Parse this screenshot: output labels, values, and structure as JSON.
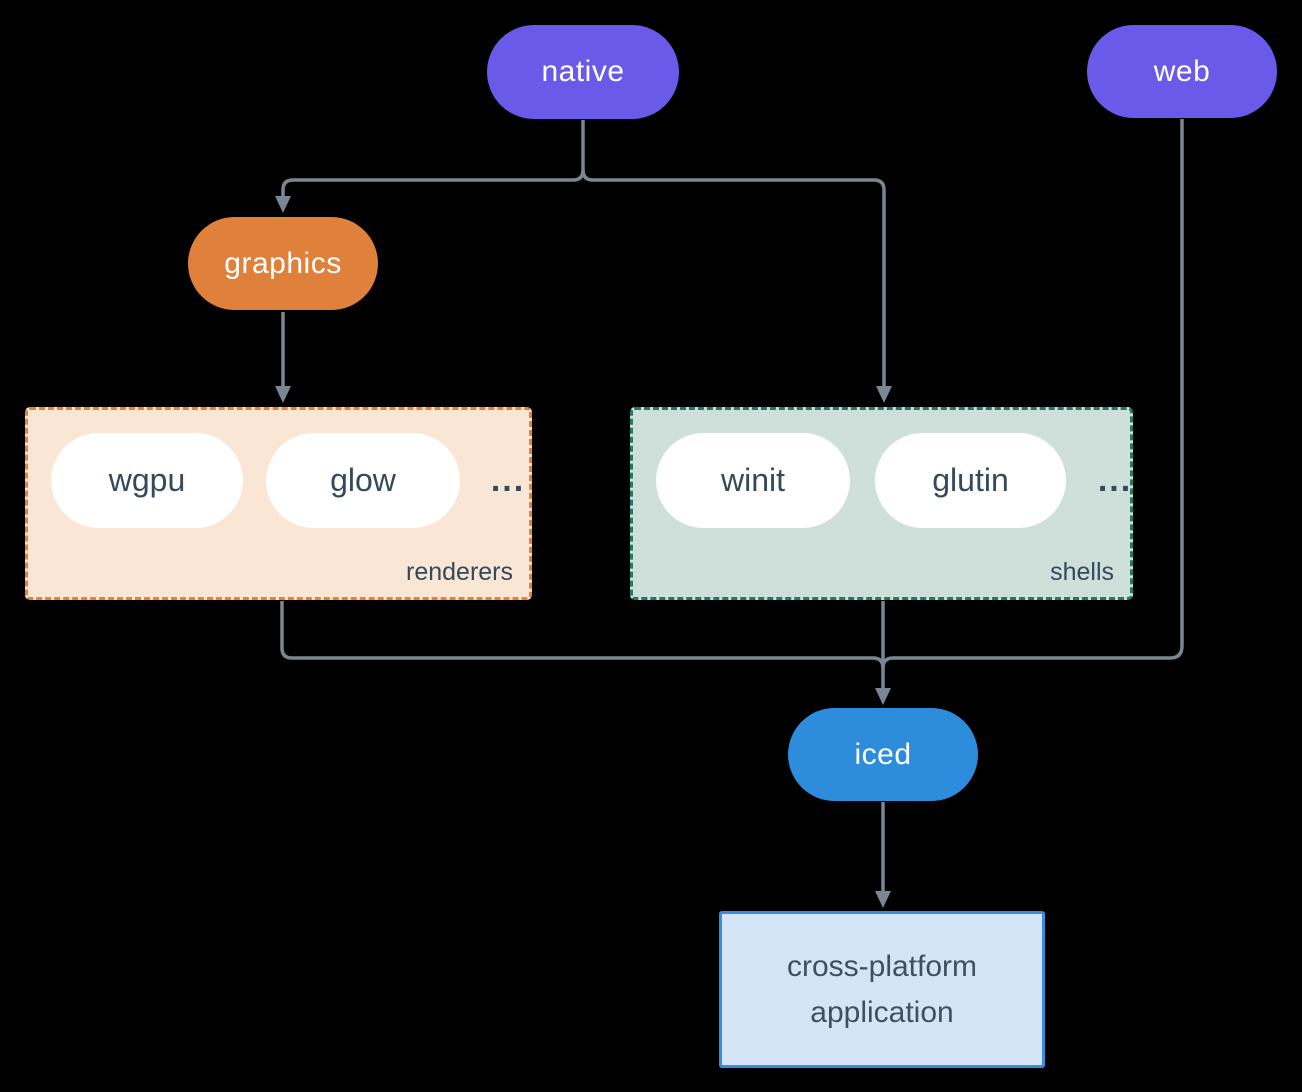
{
  "diagram": {
    "nodes": {
      "native": {
        "label": "native"
      },
      "web": {
        "label": "web"
      },
      "graphics": {
        "label": "graphics"
      },
      "iced": {
        "label": "iced"
      },
      "application": {
        "line1": "cross-platform",
        "line2": "application"
      }
    },
    "groups": {
      "renderers": {
        "label": "renderers",
        "items": [
          "wgpu",
          "glow"
        ],
        "ellipsis": "..."
      },
      "shells": {
        "label": "shells",
        "items": [
          "winit",
          "glutin"
        ],
        "ellipsis": "..."
      }
    },
    "edges": [
      "native -> graphics",
      "native -> shells",
      "graphics -> renderers",
      "renderers -> iced",
      "shells -> iced",
      "web -> iced",
      "iced -> cross-platform application"
    ]
  },
  "colors": {
    "bg": "#000000",
    "purple": "#6a5aea",
    "orange": "#e0813b",
    "blue": "#2d8cdb",
    "line": "#7a8694",
    "ink": "#35495c",
    "white": "#ffffff",
    "peach_bg": "#fae6d5",
    "peach_border": "#e8822e",
    "sage_bg": "#cfe0da",
    "sage_border": "#1f7a67",
    "app_bg": "#d4e5f7",
    "app_border": "#3a8bdd"
  }
}
